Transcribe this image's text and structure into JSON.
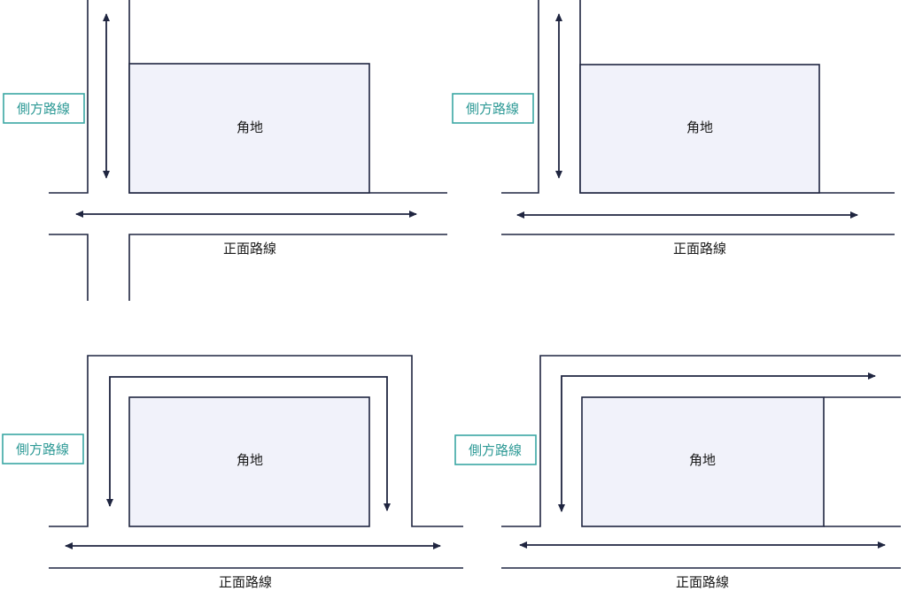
{
  "panels": [
    {
      "lot_label": "角地",
      "side_label": "側方路線",
      "front_label": "正面路線"
    },
    {
      "lot_label": "角地",
      "side_label": "側方路線",
      "front_label": "正面路線"
    },
    {
      "lot_label": "角地",
      "side_label": "側方路線",
      "front_label": "正面路線"
    },
    {
      "lot_label": "角地",
      "side_label": "側方路線",
      "front_label": "正面路線"
    }
  ],
  "colors": {
    "line": "#1f2540",
    "lot_fill": "#f1f2fa",
    "side_accent": "#3aa7a3"
  }
}
